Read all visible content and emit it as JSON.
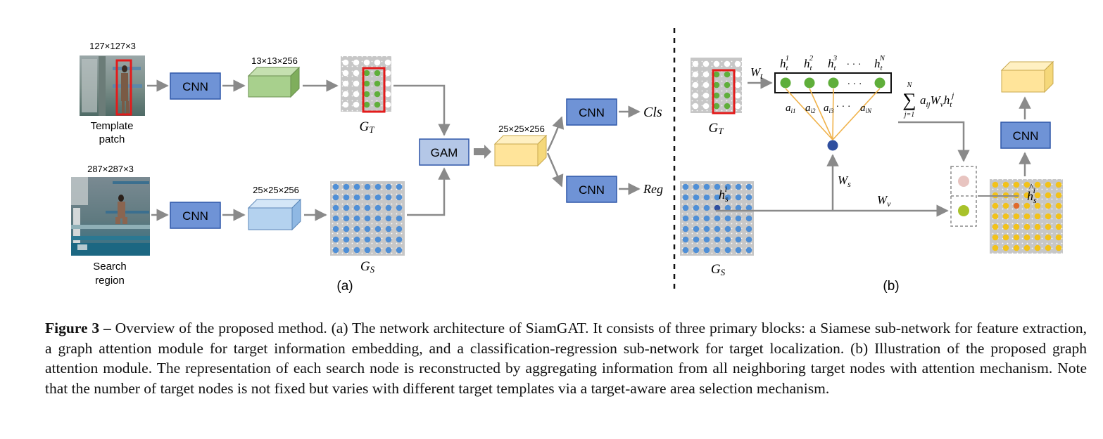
{
  "panel_a": {
    "template_dim": "127×127×3",
    "template_label_line1": "Template",
    "template_label_line2": "patch",
    "search_dim": "287×287×3",
    "search_label_line1": "Search",
    "search_label_line2": "region",
    "cnn_label": "CNN",
    "template_feat_dim": "13×13×256",
    "search_feat_dim": "25×25×256",
    "gt_label": "G",
    "gt_sub": "T",
    "gs_label": "G",
    "gs_sub": "S",
    "gam_label": "GAM",
    "fused_dim": "25×25×256",
    "cls_label": "Cls",
    "reg_label": "Reg",
    "panel_label": "(a)"
  },
  "panel_b": {
    "gt_label": "G",
    "gt_sub": "T",
    "gs_label": "G",
    "gs_sub": "S",
    "wt_label": "W",
    "wt_sub": "t",
    "ws_label": "W",
    "ws_sub": "s",
    "wv_label": "W",
    "wv_sub": "v",
    "h_label": "h",
    "h_sub": "t",
    "h_sups": [
      "1",
      "2",
      "3",
      "N"
    ],
    "ellipsis": "· · ·",
    "a_label": "a",
    "a_subs": [
      "i1",
      "i2",
      "i3",
      "iN"
    ],
    "sum_top": "N",
    "sum_bottom": "j=1",
    "sum_expr_a": "a",
    "sum_expr_a_sub": "ij",
    "sum_expr_w": "W",
    "sum_expr_w_sub": "v",
    "sum_expr_h": "h",
    "sum_expr_h_sub": "t",
    "sum_expr_h_sup": "j",
    "hs_label": "h",
    "hs_sub": "s",
    "hs_sup": "i",
    "cnn_label": "CNN",
    "panel_label": "(b)"
  },
  "caption": {
    "fig_label": "Figure 3 –",
    "text": " Overview of the proposed method. (a) The network architecture of SiamGAT. It consists of three primary blocks: a Siamese sub-network for feature extraction, a graph attention module for target information embedding, and a classification-regression sub-network for target localization. (b) Illustration of the proposed graph attention module. The representation of each search node is reconstructed by aggregating information from all neighboring target nodes with attention mechanism. Note that the number of target nodes is not fixed but varies with different target templates via a target-aware area selection mechanism."
  },
  "colors": {
    "cnn_fill": "#6f93d6",
    "cnn_stroke": "#2e57a8",
    "green_node": "#5fae3a",
    "blue_node": "#4f8fd6",
    "yellow_node": "#f2c21a",
    "grid_bg": "#bdbdbd",
    "red_box": "#e31b1b",
    "arrow": "#8a8a8a",
    "attention": "#f0b24a"
  }
}
